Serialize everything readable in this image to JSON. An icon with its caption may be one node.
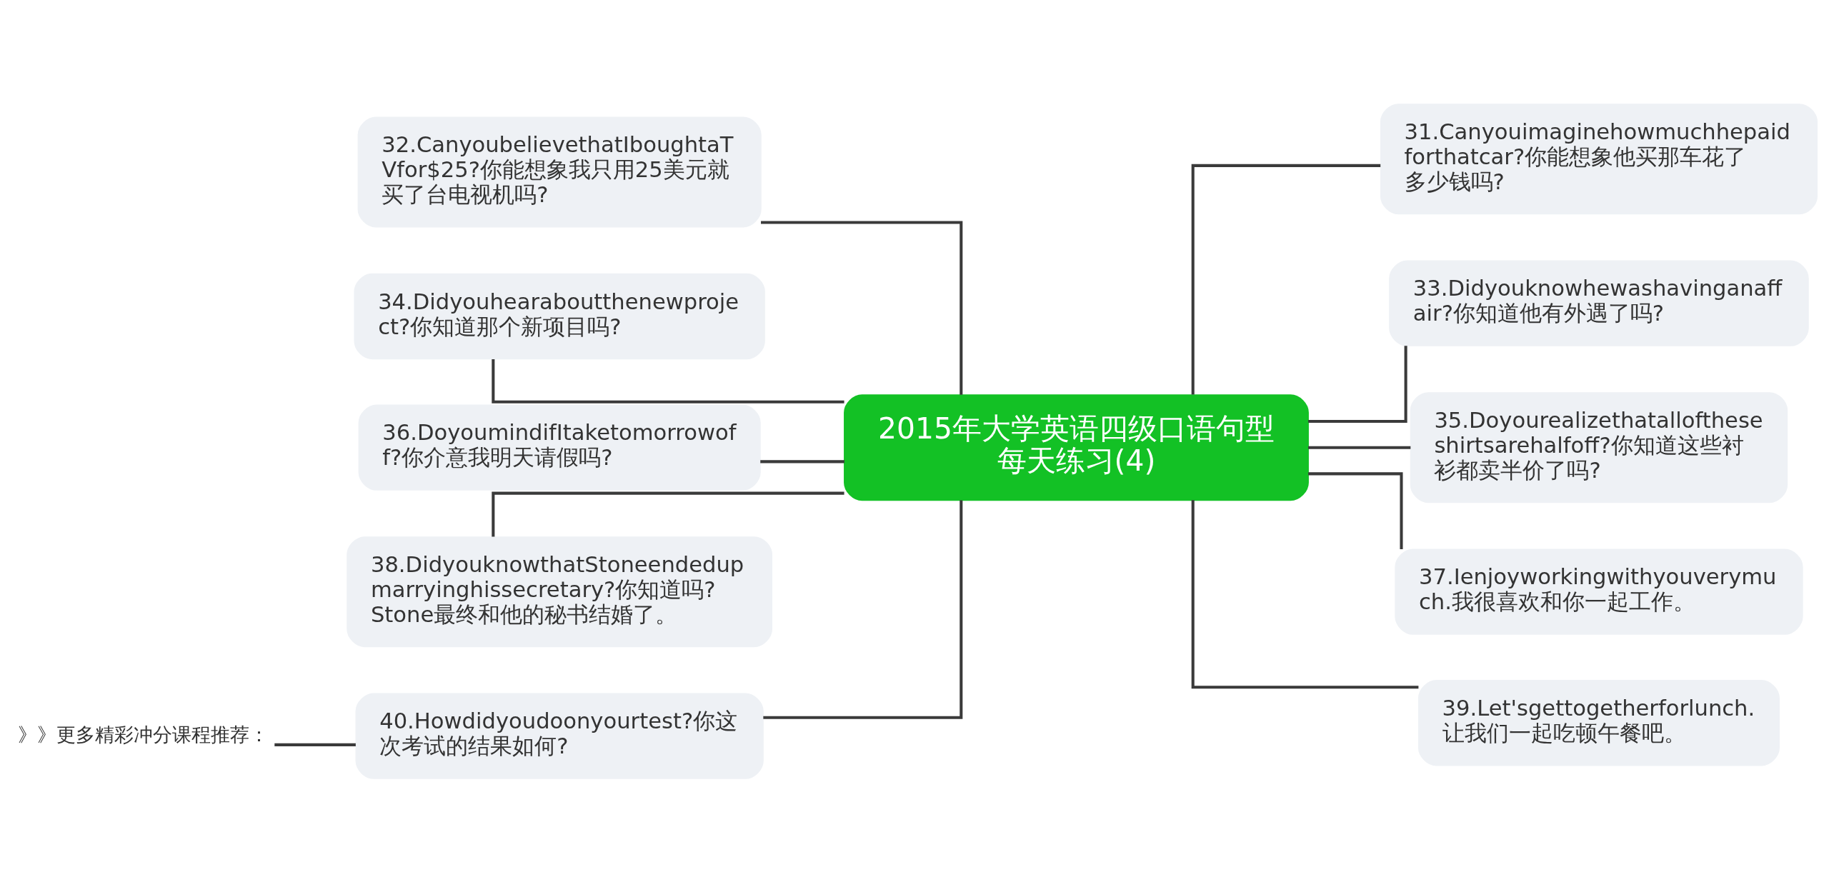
{
  "diagram": {
    "nodes": [
      {
        "text": [
          "2015年大学英语四级口语句型每天练习(4)"
        ]
      },
      {
        "text": [
          "32.CanyoubelievethatIboughtaTVfor$25?你能想象我只用25美元就买了台电视机吗?"
        ]
      },
      {
        "text": [
          "34.Didyouhearaboutthenewproject?你知道那个新项目吗?"
        ]
      },
      {
        "text": [
          "36.DoyoumindifItaketomorrowoff?你介意我明天请假吗?"
        ]
      },
      {
        "text": [
          "38.DidyouknowthatStoneendedupmarryinghissecretary?你知道吗?Stone最终和他的秘书结婚了。"
        ]
      },
      {
        "text": [
          "40.Howdidyoudoonyourtest?你这次考试的结果如何?"
        ]
      },
      {
        "text": [
          "31.Canyouimaginehowmuchhepaidforthatcar?你能想象他买那车花了多少钱吗?"
        ]
      },
      {
        "text": [
          "33.Didyouknowhewashavinganaffair?你知道他有外遇了吗?"
        ]
      },
      {
        "text": [
          "35.Doyourealizethatalloftheseshirtsarehalfoff?你知道这些衬衫都卖半价了吗?"
        ]
      },
      {
        "text": [
          "37.Ienjoyworkingwithyouverymuch.我很喜欢和你一起工作。"
        ]
      },
      {
        "text": [
          "39.Let'sgettogetherforlunch.让我们一起吃顿午餐吧。"
        ]
      },
      {
        "text": [
          "》》更多精彩冲分课程推荐："
        ]
      }
    ],
    "edges": [
      {
        "from": 0,
        "to": 1,
        "arrow": "none"
      },
      {
        "from": 0,
        "to": 2,
        "arrow": "none"
      },
      {
        "from": 0,
        "to": 3,
        "arrow": "none"
      },
      {
        "from": 0,
        "to": 4,
        "arrow": "none"
      },
      {
        "from": 0,
        "to": 5,
        "arrow": "none"
      },
      {
        "from": 0,
        "to": 6,
        "arrow": "none"
      },
      {
        "from": 0,
        "to": 7,
        "arrow": "none"
      },
      {
        "from": 0,
        "to": 8,
        "arrow": "none"
      },
      {
        "from": 0,
        "to": 9,
        "arrow": "none"
      },
      {
        "from": 0,
        "to": 10,
        "arrow": "none"
      },
      {
        "from": 5,
        "to": 11,
        "arrow": "none"
      }
    ]
  }
}
